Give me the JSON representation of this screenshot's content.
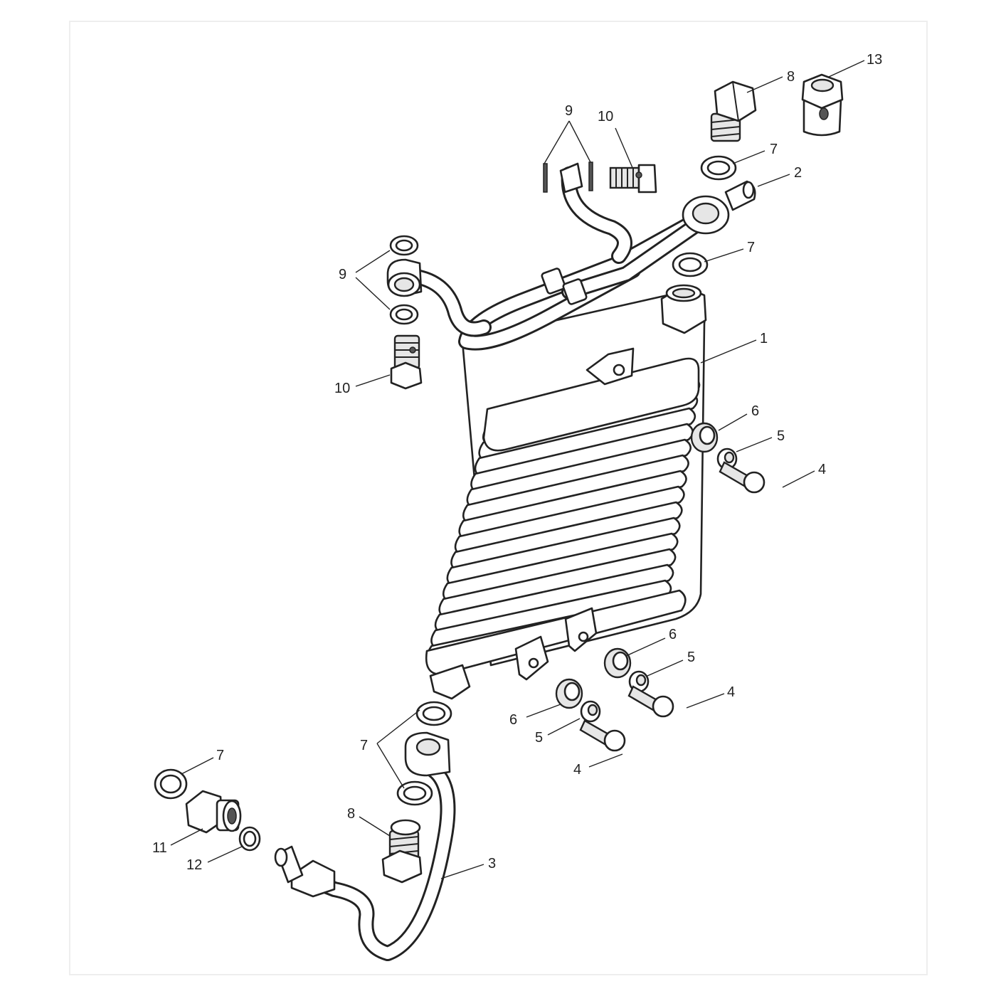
{
  "callouts": [
    {
      "id": "c13",
      "label": "13"
    },
    {
      "id": "c8a",
      "label": "8"
    },
    {
      "id": "c9a",
      "label": "9"
    },
    {
      "id": "c10a",
      "label": "10"
    },
    {
      "id": "c7a",
      "label": "7"
    },
    {
      "id": "c2",
      "label": "2"
    },
    {
      "id": "c7b",
      "label": "7"
    },
    {
      "id": "c9b",
      "label": "9"
    },
    {
      "id": "c1",
      "label": "1"
    },
    {
      "id": "c10b",
      "label": "10"
    },
    {
      "id": "c6a",
      "label": "6"
    },
    {
      "id": "c5a",
      "label": "5"
    },
    {
      "id": "c4a",
      "label": "4"
    },
    {
      "id": "c6b",
      "label": "6"
    },
    {
      "id": "c5b",
      "label": "5"
    },
    {
      "id": "c4b",
      "label": "4"
    },
    {
      "id": "c6c",
      "label": "6"
    },
    {
      "id": "c5c",
      "label": "5"
    },
    {
      "id": "c4c",
      "label": "4"
    },
    {
      "id": "c7c",
      "label": "7"
    },
    {
      "id": "c7d",
      "label": "7"
    },
    {
      "id": "c8b",
      "label": "8"
    },
    {
      "id": "c11",
      "label": "11"
    },
    {
      "id": "c12",
      "label": "12"
    },
    {
      "id": "c3",
      "label": "3"
    }
  ]
}
